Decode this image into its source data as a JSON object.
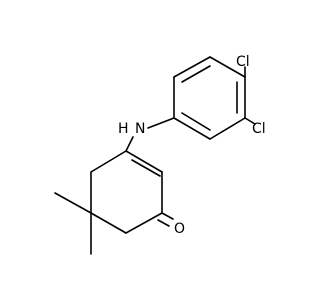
{
  "diagram": {
    "atoms": {
      "cl_top": "Cl",
      "cl_right": "Cl",
      "nh": "H",
      "n": "N",
      "o": "O"
    },
    "colors": {
      "bond": "#000000",
      "label": "#000000",
      "background": "#ffffff"
    }
  }
}
